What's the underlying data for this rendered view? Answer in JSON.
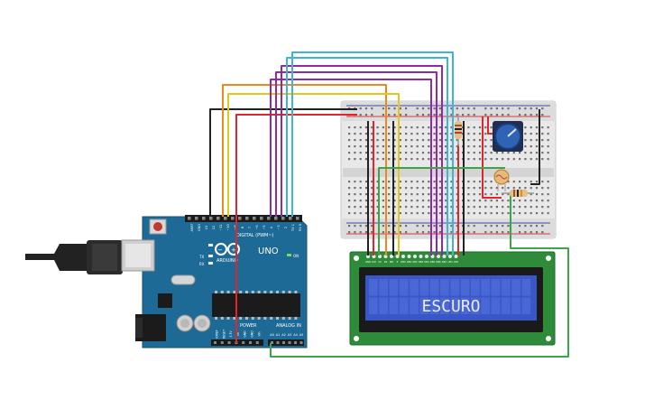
{
  "arduino": {
    "brand": "ARDUINO",
    "model": "UNO",
    "digital_label": "DIGITAL (PWM~)",
    "power_label": "POWER",
    "analog_label": "ANALOG IN",
    "tx_label": "TX",
    "rx_label": "RX",
    "on_label": "ON",
    "digital_pins": [
      "AREF",
      "GND",
      "13",
      "12",
      "~11",
      "~10",
      "~9",
      "8",
      "7",
      "~6",
      "~5",
      "4",
      "~3",
      "2",
      "TX 1",
      "RX 0"
    ],
    "power_pins": [
      "IOREF",
      "RESET",
      "3.3V",
      "5V",
      "GND",
      "GND",
      "Vin"
    ],
    "analog_pins": [
      "A0",
      "A1",
      "A2",
      "A3",
      "A4",
      "A5"
    ]
  },
  "lcd": {
    "display_text": "ESCURO",
    "pins": [
      "GND",
      "VCC",
      "V0",
      "RS",
      "RW",
      "E",
      "DB0",
      "DB1",
      "DB2",
      "DB3",
      "DB4",
      "DB5",
      "DB6",
      "DB7",
      "LED",
      "LED"
    ]
  },
  "colors": {
    "board": "#1d6a96",
    "lcd_pcb": "#2e8b3a",
    "lcd_screen": "#3a57c8",
    "wire_red": "#e0262b",
    "wire_black": "#222222",
    "wire_orange": "#e88b1e",
    "wire_yellow": "#e5c51b",
    "wire_purple": "#8e2aa6",
    "wire_cyan": "#3cb5d8",
    "wire_green": "#3aa64a"
  }
}
